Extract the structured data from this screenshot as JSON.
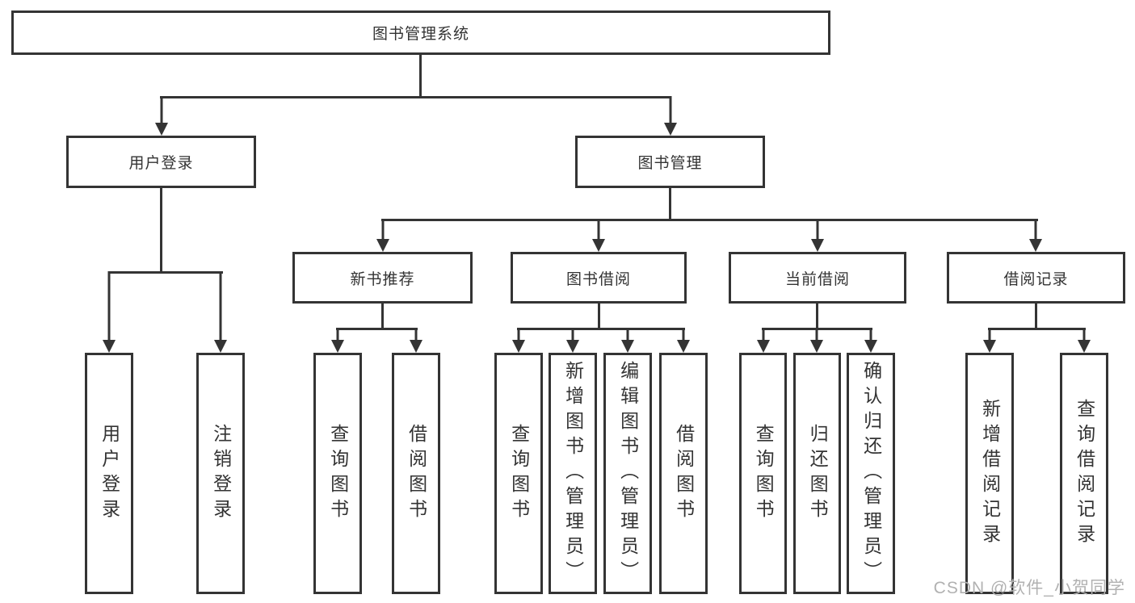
{
  "tree": {
    "root": "图书管理系统",
    "user": {
      "label": "用户登录",
      "children": [
        "用户登录",
        "注销登录"
      ]
    },
    "mgmt": {
      "label": "图书管理",
      "sections": [
        {
          "label": "新书推荐",
          "children": [
            "查询图书",
            "借阅图书"
          ]
        },
        {
          "label": "图书借阅",
          "children": [
            "查询图书",
            "新增图书（管理员）",
            "编辑图书（管理员）",
            "借阅图书"
          ]
        },
        {
          "label": "当前借阅",
          "children": [
            "查询图书",
            "归还图书",
            "确认归还（管理员）"
          ]
        },
        {
          "label": "借阅记录",
          "children": [
            "新增借阅记录",
            "查询借阅记录"
          ]
        }
      ]
    }
  },
  "watermark": "CSDN @软件_小贺同学",
  "colors": {
    "line": "#343434",
    "text": "#333333",
    "watermark": "#b1b1b1",
    "background": "#ffffff"
  }
}
